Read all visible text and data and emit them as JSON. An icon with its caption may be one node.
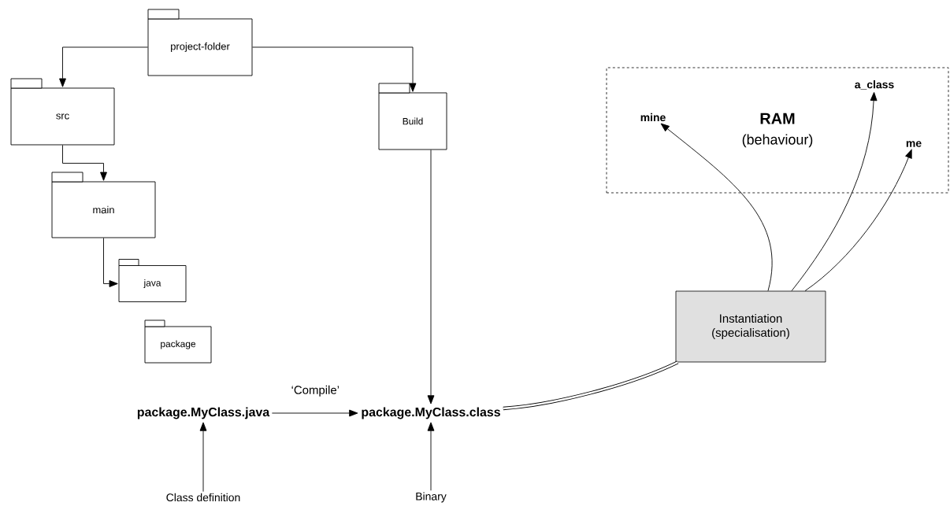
{
  "diagram": {
    "nodes": [
      {
        "text": [
          "project-folder"
        ]
      },
      {
        "text": [
          "src"
        ]
      },
      {
        "text": [
          "Build"
        ]
      },
      {
        "text": [
          "RAM",
          "(behaviour)"
        ]
      },
      {
        "text": [
          "a_class"
        ],
        "in": 3
      },
      {
        "text": [
          "mine"
        ],
        "in": 3
      },
      {
        "text": [
          "me"
        ],
        "in": 3
      },
      {
        "text": [
          "main"
        ]
      },
      {
        "text": [
          "java"
        ]
      },
      {
        "text": [
          "Instantiation (specialisation)"
        ]
      },
      {
        "text": [
          "package"
        ]
      },
      {
        "text": [
          "package.MyClass.java"
        ]
      },
      {
        "text": [
          "package.MyClass.class"
        ]
      },
      {
        "text": [
          "Class definition"
        ]
      },
      {
        "text": [
          "Binary"
        ]
      }
    ],
    "edges": [
      {
        "from": 0,
        "to": 1,
        "arrow": "to"
      },
      {
        "from": 0,
        "to": 2,
        "arrow": "to"
      },
      {
        "from": 1,
        "to": 7,
        "arrow": "to"
      },
      {
        "from": 7,
        "to": 8,
        "arrow": "to"
      },
      {
        "from": 2,
        "to": 12,
        "arrow": "to"
      },
      {
        "from": 11,
        "to": 12,
        "arrow": "to",
        "label": "‘Compile’"
      },
      {
        "from": 13,
        "to": 11,
        "arrow": "to"
      },
      {
        "from": 14,
        "to": 12,
        "arrow": "to"
      },
      {
        "from": 9,
        "to": 5,
        "arrow": "to"
      },
      {
        "from": 9,
        "to": 4,
        "arrow": "to"
      },
      {
        "from": 9,
        "to": 6,
        "arrow": "to"
      },
      {
        "from": 12,
        "to": 9,
        "arrow": "none",
        "style": "thick"
      }
    ]
  }
}
